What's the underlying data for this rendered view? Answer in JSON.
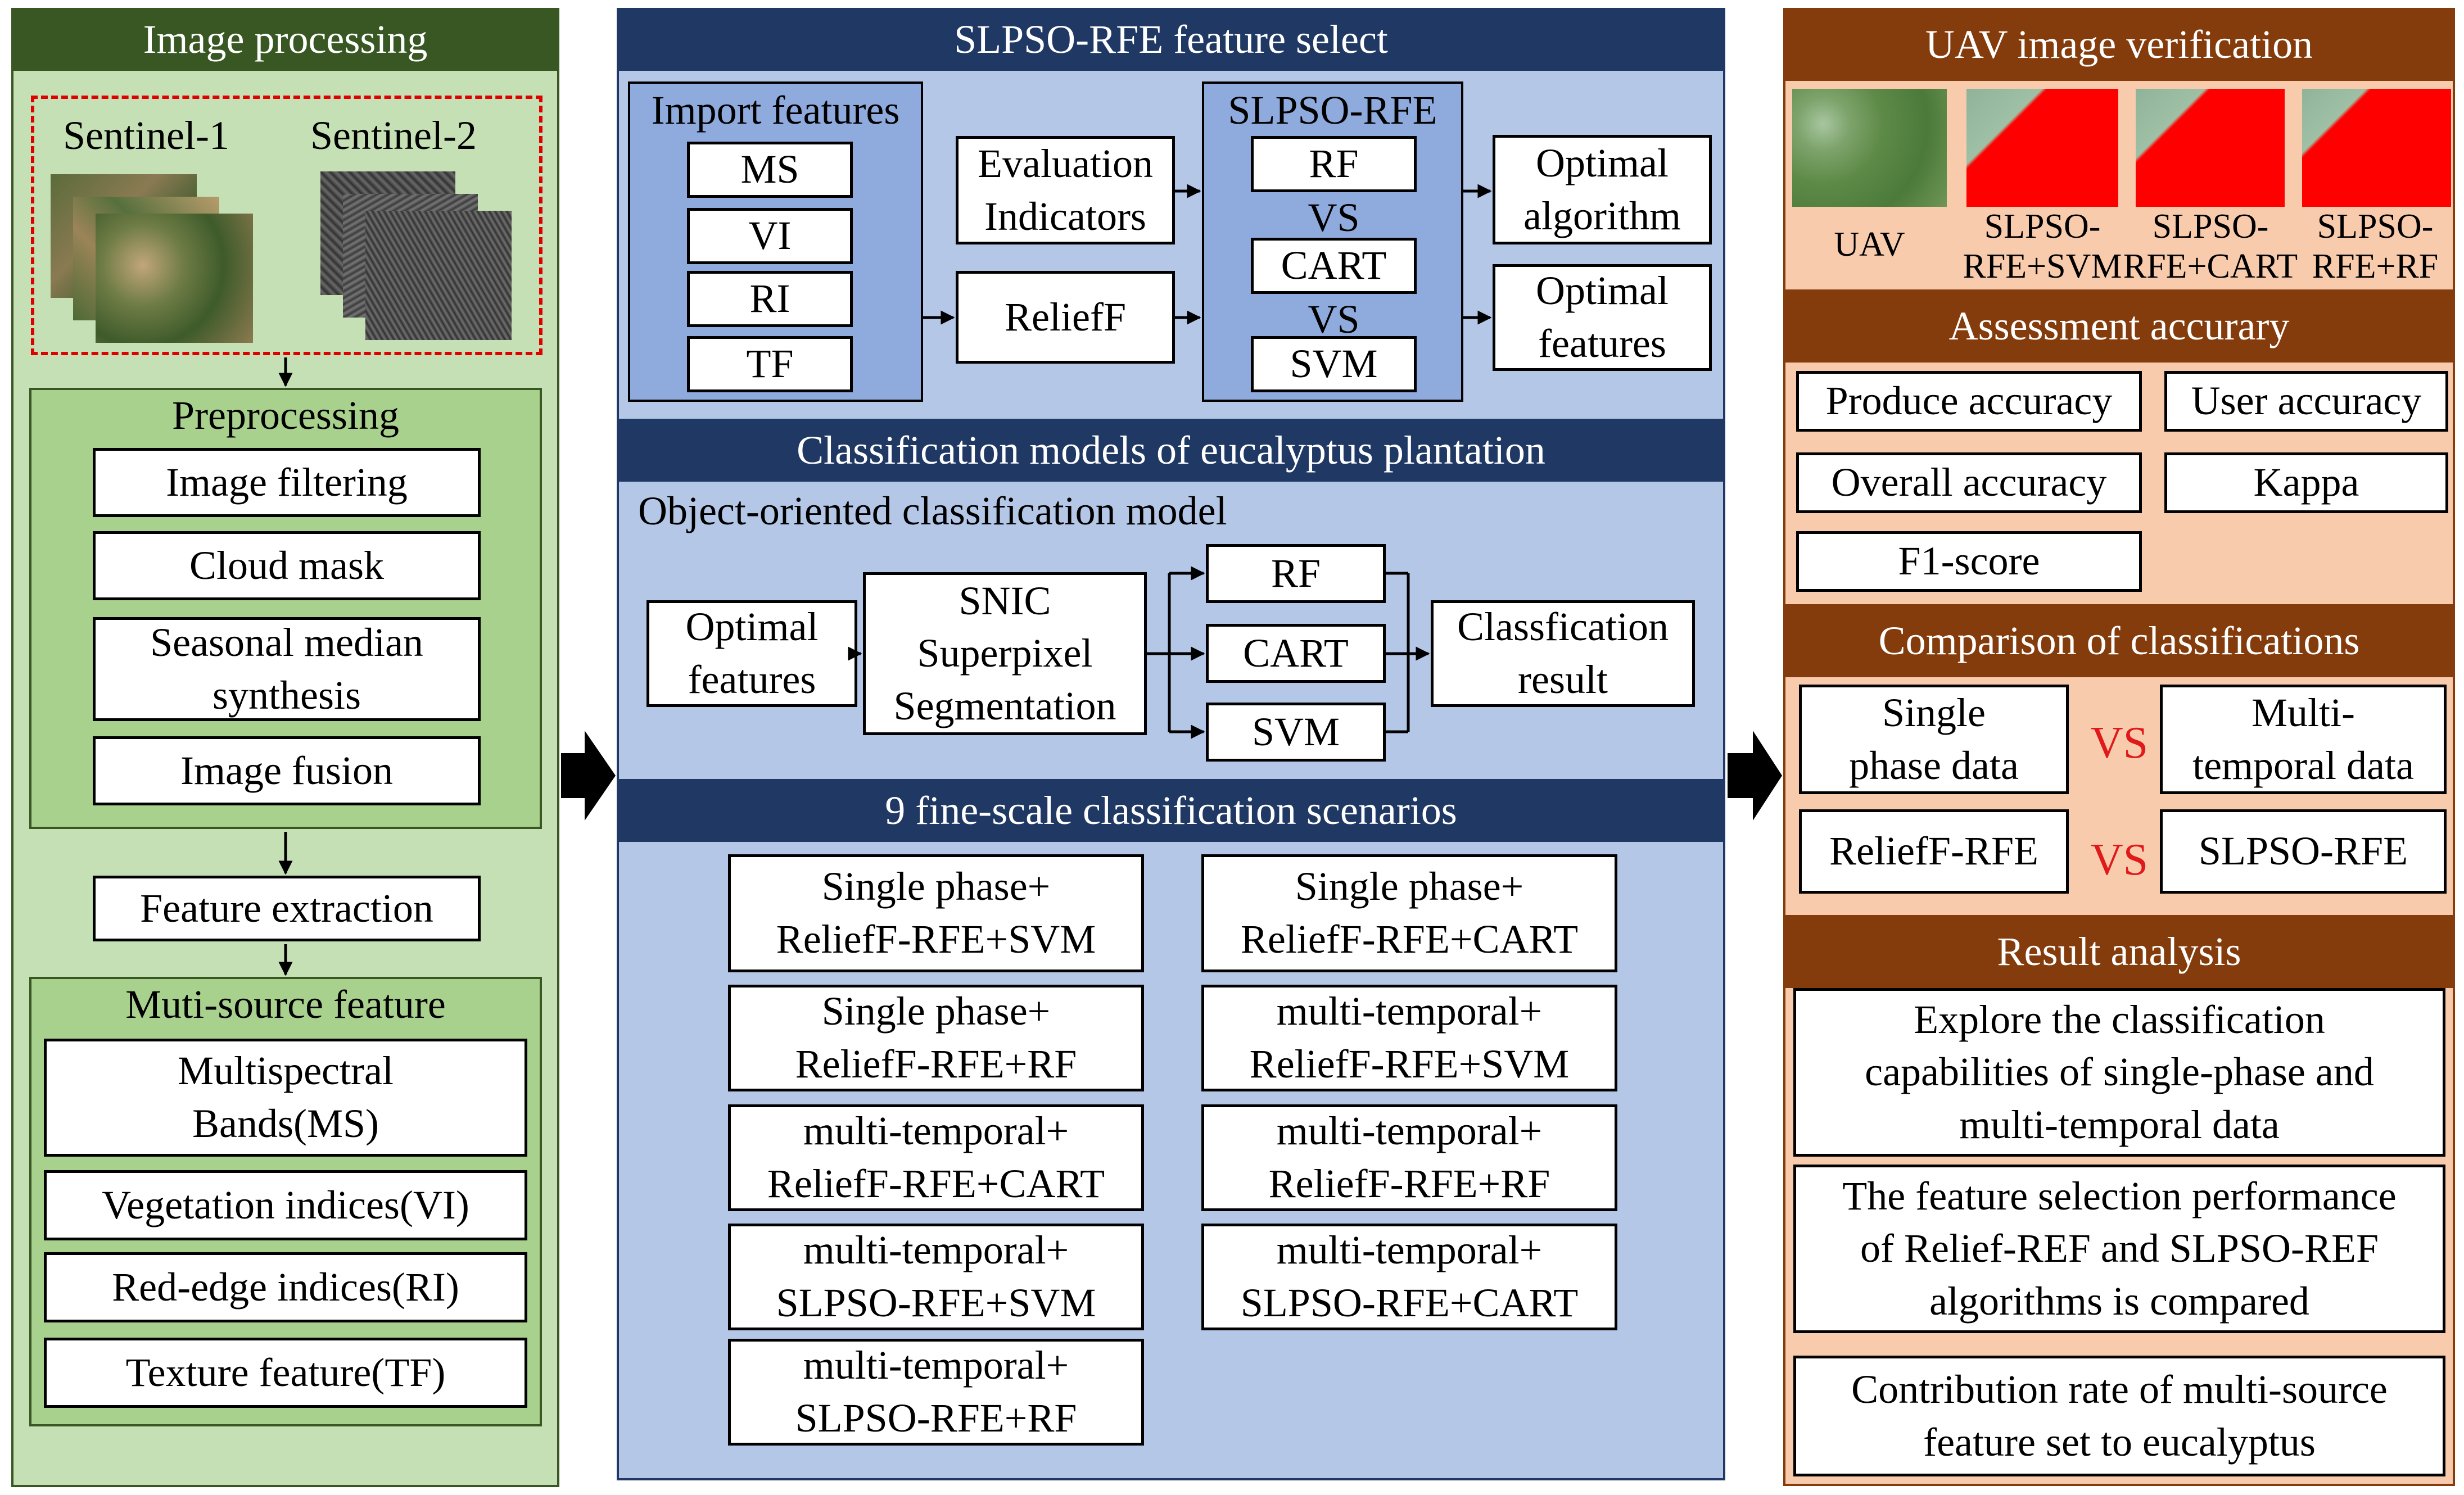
{
  "colors": {
    "green_panel": "#c5e0b4",
    "green_inner": "#a9d18e",
    "green_header": "#385723",
    "blue_panel": "#b4c7e7",
    "blue_inner": "#8faadc",
    "blue_header": "#203864",
    "orange_panel": "#f8cbad",
    "orange_header": "#843c0c",
    "vs_red": "#e0191b",
    "dash_red": "#e00000"
  },
  "left": {
    "header": "Image processing",
    "sentinel1": "Sentinel-1",
    "sentinel2": "Sentinel-2",
    "preprocessing": {
      "title": "Preprocessing",
      "items": [
        "Image filtering",
        "Cloud mask",
        "Seasonal median\nsynthesis",
        "Image fusion"
      ]
    },
    "feature_extraction": "Feature extraction",
    "multisource": {
      "title": "Muti-source feature",
      "items": [
        "Multispectral\nBands(MS)",
        "Vegetation indices(VI)",
        "Red-edge indices(RI)",
        "Texture feature(TF)"
      ]
    }
  },
  "middle": {
    "section1": {
      "header": "SLPSO-RFE feature select",
      "import_title": "Import features",
      "import_items": [
        "MS",
        "VI",
        "RI",
        "TF"
      ],
      "evaluation": "Evaluation\nIndicators",
      "relieff": "ReliefF",
      "slpso_title": "SLPSO-RFE",
      "slpso_items": [
        "RF",
        "CART",
        "SVM"
      ],
      "vs": "VS",
      "optimal_algorithm": "Optimal\nalgorithm",
      "optimal_features": "Optimal\nfeatures"
    },
    "section2": {
      "header": "Classification models of eucalyptus plantation",
      "subtitle": "Object-oriented classification model",
      "input": "Optimal\nfeatures",
      "snic": "SNIC\nSuperpixel\nSegmentation",
      "models": [
        "RF",
        "CART",
        "SVM"
      ],
      "result": "Classfication\nresult"
    },
    "section3": {
      "header": "9 fine-scale classification scenarios",
      "left_col": [
        "Single phase+\nReliefF-RFE+SVM",
        "Single phase+\nReliefF-RFE+RF",
        "multi-temporal+\nReliefF-RFE+CART",
        "multi-temporal+\nSLPSO-RFE+SVM",
        "multi-temporal+\nSLPSO-RFE+RF"
      ],
      "right_col": [
        "Single phase+\nReliefF-RFE+CART",
        "multi-temporal+\nReliefF-RFE+SVM",
        "multi-temporal+\nReliefF-RFE+RF",
        "multi-temporal+\nSLPSO-RFE+CART"
      ]
    }
  },
  "right": {
    "uav": {
      "header": "UAV image verification",
      "captions": [
        "UAV",
        "SLPSO-\nRFE+SVM",
        "SLPSO-\nRFE+CART",
        "SLPSO-\nRFE+RF"
      ]
    },
    "assessment": {
      "header": "Assessment accurary",
      "items": [
        "Produce accuracy",
        "User accuracy",
        "Overall accuracy",
        "Kappa",
        "F1-score"
      ]
    },
    "comparison": {
      "header": "Comparison of classifications",
      "row1_left": "Single\nphase data",
      "row1_right": "Multi-\ntemporal data",
      "row2_left": "ReliefF-RFE",
      "row2_right": "SLPSO-RFE",
      "vs": "VS"
    },
    "result": {
      "header": "Result analysis",
      "items": [
        "Explore the classification\ncapabilities of single-phase and\nmulti-temporal data",
        "The feature selection performance\nof Relief-REF and SLPSO-REF\nalgorithms is compared",
        "Contribution rate of multi-source\nfeature set to eucalyptus"
      ]
    }
  }
}
